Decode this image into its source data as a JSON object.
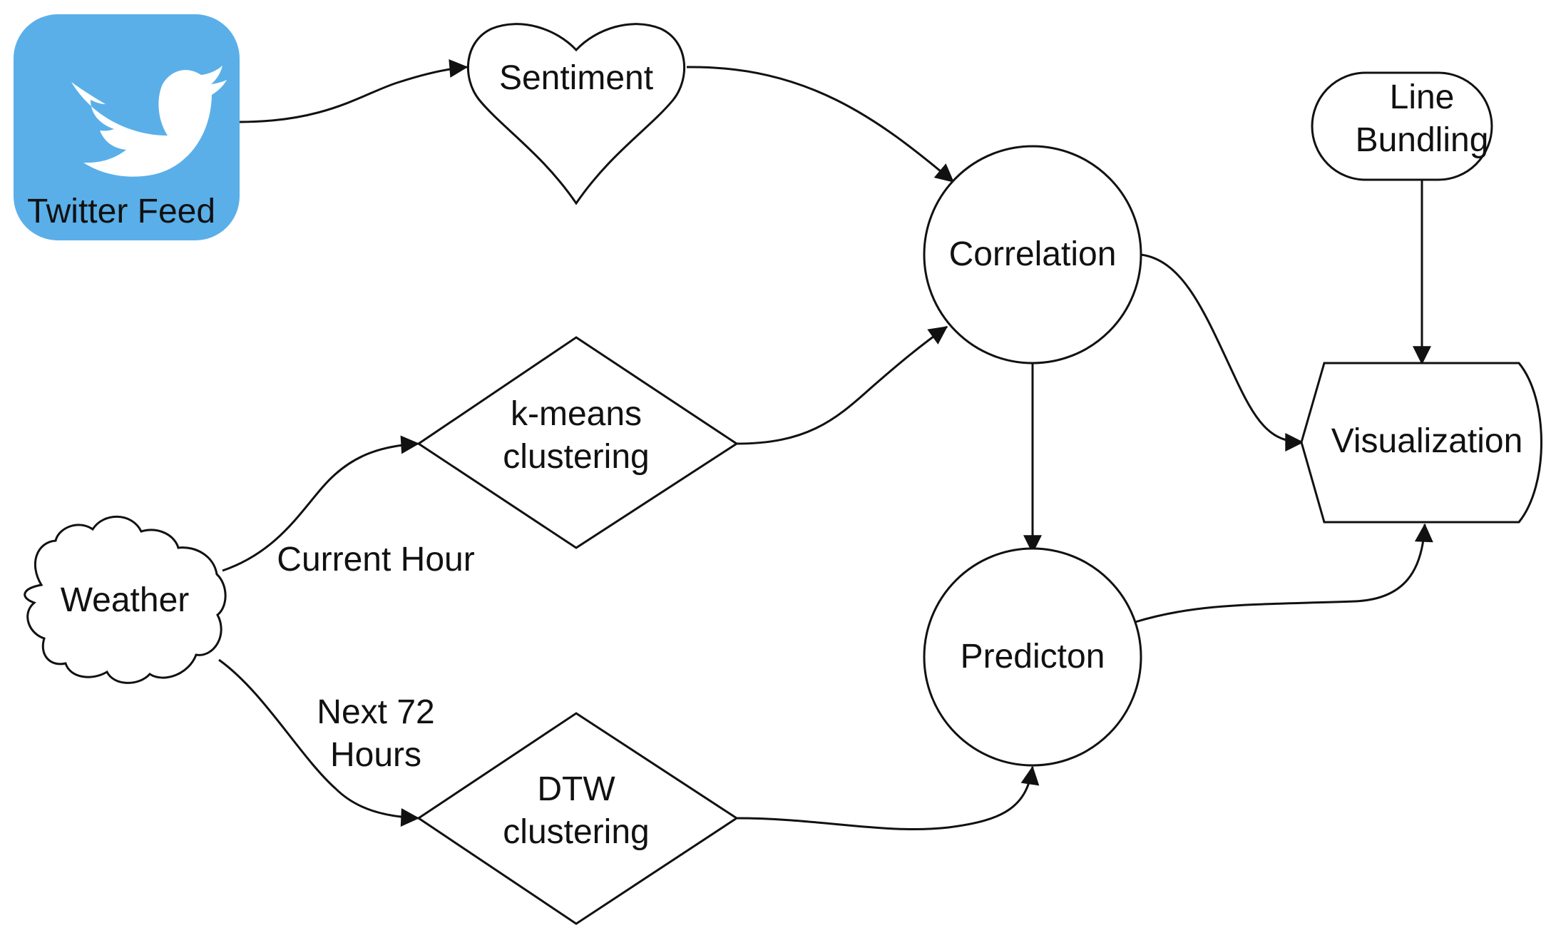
{
  "colors": {
    "twitter_bg": "#5aafe9",
    "twitter_bird": "#ffffff",
    "stroke": "#111111",
    "node_fill": "#ffffff"
  },
  "nodes": {
    "twitter_feed": {
      "label": "Twitter Feed",
      "icon": "twitter-bird-icon"
    },
    "sentiment": {
      "label": "Sentiment",
      "shape": "heart"
    },
    "correlation": {
      "label": "Correlation",
      "shape": "circle"
    },
    "line_bundling": {
      "line1": "Line",
      "line2": "Bundling",
      "shape": "rounded-rectangle"
    },
    "visualization": {
      "label": "Visualization",
      "shape": "display"
    },
    "kmeans": {
      "line1": "k-means",
      "line2": "clustering",
      "shape": "diamond"
    },
    "weather": {
      "label": "Weather",
      "shape": "cloud"
    },
    "prediction": {
      "label": "Predicton",
      "shape": "circle"
    },
    "dtw": {
      "line1": "DTW",
      "line2": "clustering",
      "shape": "diamond"
    }
  },
  "edge_labels": {
    "current_hour": "Current Hour",
    "next72_line1": "Next 72",
    "next72_line2": "Hours"
  },
  "edges": [
    {
      "from": "Twitter Feed",
      "to": "Sentiment"
    },
    {
      "from": "Sentiment",
      "to": "Correlation"
    },
    {
      "from": "Weather",
      "to": "k-means clustering",
      "label": "Current Hour"
    },
    {
      "from": "Weather",
      "to": "DTW clustering",
      "label": "Next 72 Hours"
    },
    {
      "from": "k-means clustering",
      "to": "Correlation"
    },
    {
      "from": "DTW clustering",
      "to": "Predicton"
    },
    {
      "from": "Correlation",
      "to": "Predicton"
    },
    {
      "from": "Correlation",
      "to": "Visualization"
    },
    {
      "from": "Line Bundling",
      "to": "Visualization"
    },
    {
      "from": "Predicton",
      "to": "Visualization"
    }
  ]
}
